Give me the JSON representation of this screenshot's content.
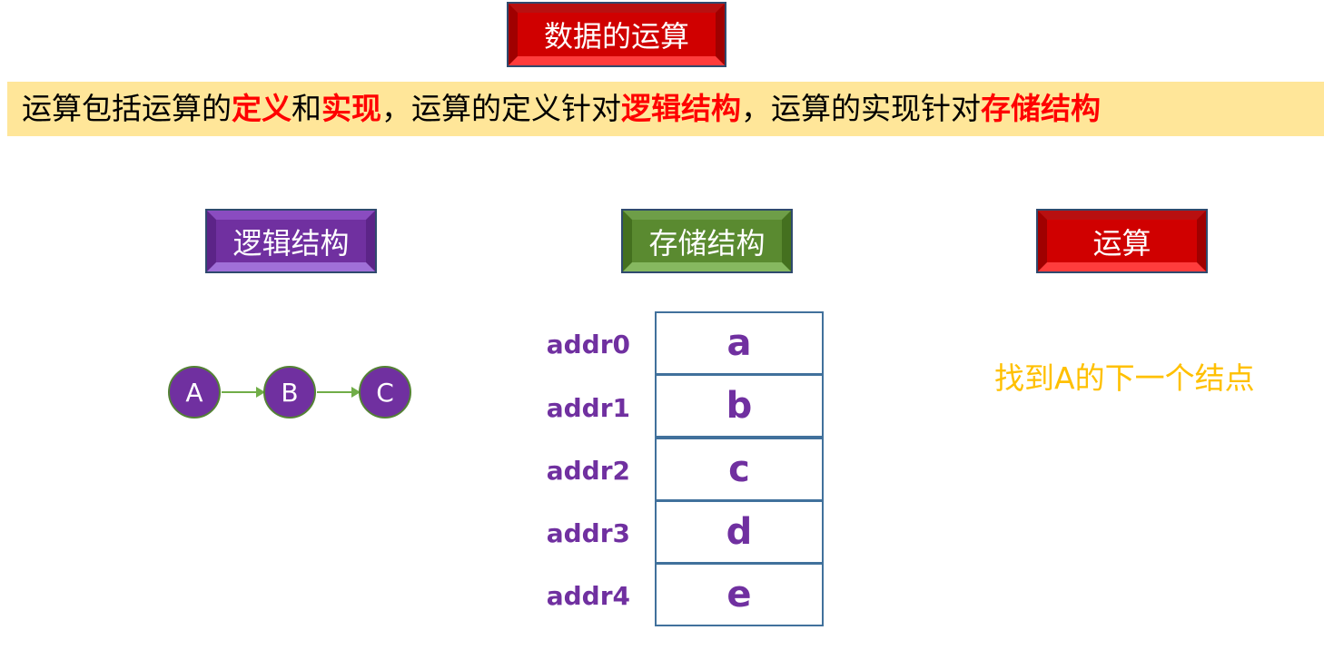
{
  "title": "数据的运算",
  "statement": {
    "p1": "运算包括运算的",
    "h1": "定义",
    "p2": "和",
    "h2": "实现",
    "p3": "，运算的定义针对",
    "h3": "逻辑结构",
    "p4": "，运算的实现针对",
    "h4": "存储结构"
  },
  "headers": {
    "logical": "逻辑结构",
    "storage": "存储结构",
    "operation": "运算"
  },
  "nodes": [
    "A",
    "B",
    "C"
  ],
  "memory": [
    {
      "addr": "addr0",
      "value": "a"
    },
    {
      "addr": "addr1",
      "value": "b"
    },
    {
      "addr": "addr2",
      "value": "c"
    },
    {
      "addr": "addr3",
      "value": "d"
    },
    {
      "addr": "addr4",
      "value": "e"
    }
  ],
  "operation_text": "找到A的下一个结点",
  "colors": {
    "red": "#d00000",
    "purple": "#7030a0",
    "green": "#5a8a30",
    "band": "#ffe699",
    "orange": "#ffc000"
  }
}
